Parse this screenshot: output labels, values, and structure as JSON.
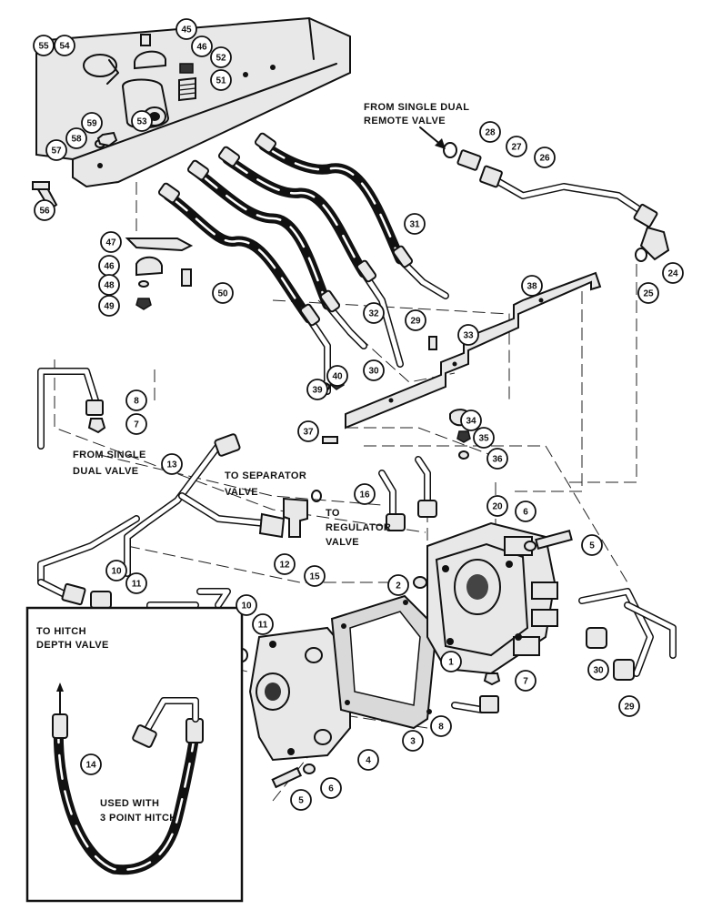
{
  "diagram": {
    "callouts": [
      "55",
      "54",
      "45",
      "46",
      "52",
      "51",
      "53",
      "59",
      "58",
      "57",
      "56",
      "47",
      "46",
      "48",
      "49",
      "50",
      "28",
      "27",
      "26",
      "31",
      "24",
      "25",
      "38",
      "32",
      "29",
      "33",
      "30",
      "40",
      "39",
      "37",
      "34",
      "35",
      "36",
      "8",
      "7",
      "13",
      "16",
      "20",
      "6",
      "5",
      "12",
      "15",
      "10",
      "11",
      "2",
      "10",
      "11",
      "1",
      "7",
      "30",
      "29",
      "14",
      "8",
      "3",
      "4",
      "5",
      "6"
    ],
    "labels": {
      "from_single_dual_remote_valve": [
        "FROM SINGLE DUAL",
        "REMOTE VALVE"
      ],
      "from_single_dual_valve": [
        "FROM SINGLE",
        "DUAL VALVE"
      ],
      "to_separator_valve": [
        "TO SEPARATOR",
        "VALVE"
      ],
      "to_regulator_valve": [
        "TO",
        "REGULATOR",
        "VALVE"
      ],
      "to_hitch_depth_valve": [
        "TO HITCH",
        "DEPTH VALVE"
      ],
      "used_with_3_point_hitch": [
        "USED WITH",
        "3 POINT HITCH"
      ]
    }
  }
}
